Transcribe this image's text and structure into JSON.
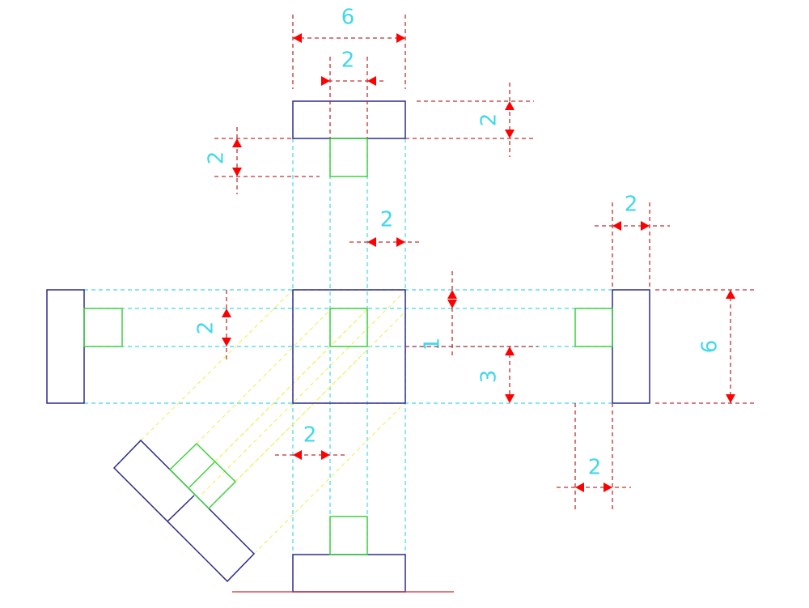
{
  "colors": {
    "object": "#2b2b8f",
    "hidden_square": "#3cd23c",
    "projection": "#40d8e8",
    "oblique_projection": "#f0f070",
    "dimension": "#c03030",
    "arrow": "#ff0000",
    "dimension_text": "#40d8e8",
    "ground_line": "#c03030"
  },
  "dimensions": {
    "top_width": "6",
    "top_inner_width": "2",
    "top_rect_height": "2",
    "top_green_height": "2",
    "mid_right_width": "2",
    "right_bar_width": "2",
    "left_inner_height": "2",
    "gap_height": "1",
    "lower_height": "3",
    "right_total_height": "6",
    "bottom_left_width": "2",
    "bottom_right_width": "2"
  }
}
